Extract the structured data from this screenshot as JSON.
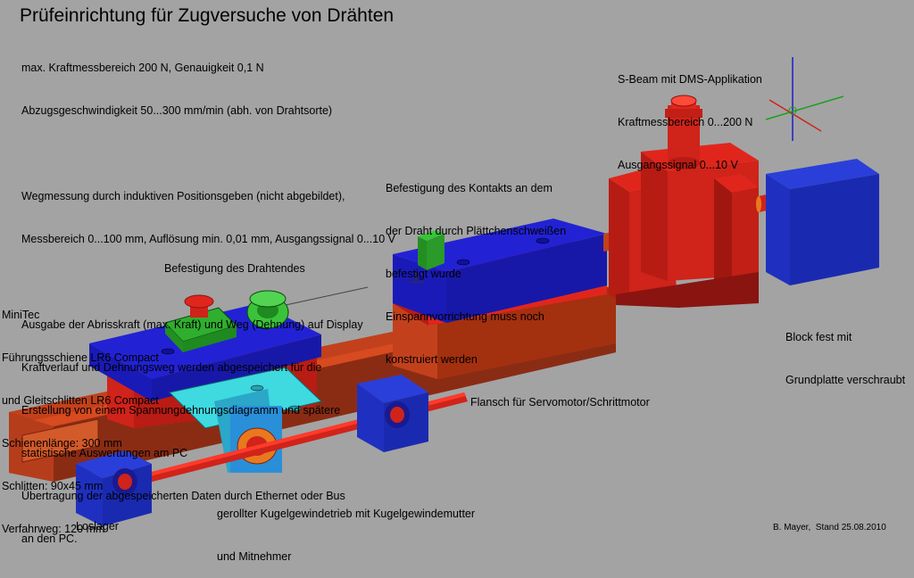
{
  "title": "Prüfeinrichtung für Zugversuche von Drähten",
  "intro_lines": [
    "max. Kraftmessbereich 200 N, Genauigkeit 0,1 N",
    "Abzugsgeschwindigkeit 50...300 mm/min (abh. von Drahtsorte)",
    "",
    "Wegmessung durch induktiven Positionsgeben (nicht abgebildet),",
    "Messbereich 0...100 mm, Auflösung min. 0,01 mm, Ausgangssignal 0...10 V",
    "",
    "Ausgabe der Abrisskraft (max. Kraft) und Weg (Dehnung) auf Display",
    "Kraftverlauf und Dehnungsweg werden abgespeichert für die",
    "Erstellung von einem Spannungdehnungsdiagramm und spätere",
    "statistische Auswertungen am PC",
    "Übertragung der abgespeicherten Daten durch Ethernet oder Bus",
    "an den PC."
  ],
  "sbeam_lines": [
    "S-Beam mit DMS-Applikation",
    "Kraftmessbereich 0...200 N",
    "Ausgangssignal 0...10 V"
  ],
  "contact_lines": [
    "Befestigung des Kontakts an dem",
    "der Draht durch Plättchenschweißen",
    "befestigt wurde",
    "Einspannvorrichtung muss noch",
    "konstruiert werden"
  ],
  "drahtende_label": "Befestigung des Drahtendes",
  "minitec_lines": [
    "MiniTec",
    "Führungsschiene LR6 Compact",
    "und Gleitschlitten LR6 Compact",
    "Schienenlänge: 300 mm",
    "Schlitten: 90x45 mm",
    "Verfahrweg: 120 mm"
  ],
  "block_lines": [
    "Block fest mit",
    "Grundplatte verschraubt"
  ],
  "flansch_label": "Flansch für Servomotor/Schrittmotor",
  "kugel_lines": [
    "gerollter Kugelgewindetrieb mit Kugelgewindemutter",
    "und Mitnehmer"
  ],
  "loslager_label": "Loslager",
  "footer": "B. Mayer,  Stand 25.08.2010",
  "colors": {
    "background": "#a3a3a3",
    "blue": "#1f1fd0",
    "red": "#e0261c",
    "dark_red": "#9a2a12",
    "rail": "#c2411c",
    "green": "#2fae2f",
    "cyan": "#3fd9e0",
    "bearing_blue": "#2a3fd9"
  }
}
